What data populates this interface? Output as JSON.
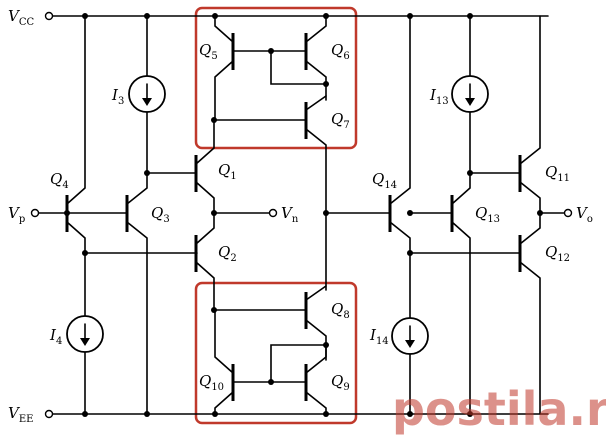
{
  "labels": {
    "vcc": {
      "main": "V",
      "sub": "CC"
    },
    "vee": {
      "main": "V",
      "sub": "EE"
    },
    "vp": {
      "main": "V",
      "sub": "p"
    },
    "vn": {
      "main": "V",
      "sub": "n"
    },
    "vo": {
      "main": "V",
      "sub": "o"
    },
    "q1": {
      "main": "Q",
      "sub": "1"
    },
    "q2": {
      "main": "Q",
      "sub": "2"
    },
    "q3": {
      "main": "Q",
      "sub": "3"
    },
    "q4": {
      "main": "Q",
      "sub": "4"
    },
    "q5": {
      "main": "Q",
      "sub": "5"
    },
    "q6": {
      "main": "Q",
      "sub": "6"
    },
    "q7": {
      "main": "Q",
      "sub": "7"
    },
    "q8": {
      "main": "Q",
      "sub": "8"
    },
    "q9": {
      "main": "Q",
      "sub": "9"
    },
    "q10": {
      "main": "Q",
      "sub": "10"
    },
    "q11": {
      "main": "Q",
      "sub": "11"
    },
    "q12": {
      "main": "Q",
      "sub": "12"
    },
    "q13": {
      "main": "Q",
      "sub": "13"
    },
    "q14": {
      "main": "Q",
      "sub": "14"
    },
    "i3": {
      "main": "I",
      "sub": "3"
    },
    "i4": {
      "main": "I",
      "sub": "4"
    },
    "i13": {
      "main": "I",
      "sub": "13"
    },
    "i14": {
      "main": "I",
      "sub": "14"
    }
  },
  "watermark": "postila.ru",
  "colors": {
    "wire": "#000000",
    "highlight": "#c0392b"
  }
}
